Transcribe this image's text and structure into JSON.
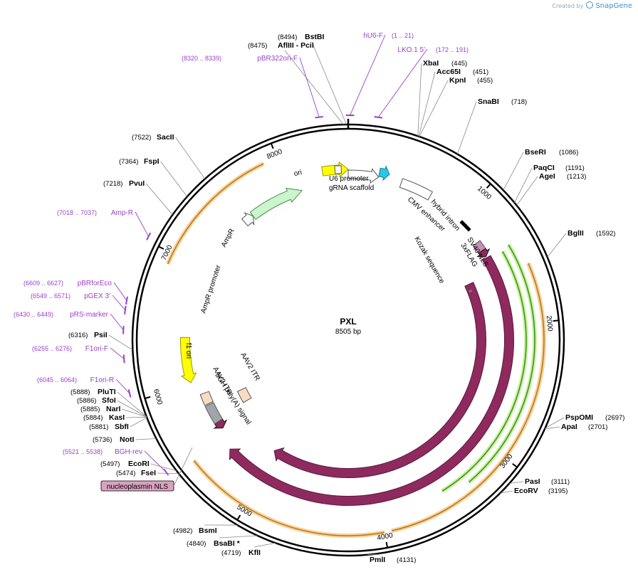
{
  "header": {
    "created_by": "Created by",
    "brand": "SnapGene"
  },
  "plasmid": {
    "name": "PXL",
    "length_label": "8505 bp",
    "length": 8505
  },
  "ring_ticks": [
    {
      "pos": 1000,
      "label": "1000"
    },
    {
      "pos": 2000,
      "label": "2000"
    },
    {
      "pos": 3000,
      "label": "3000"
    },
    {
      "pos": 4000,
      "label": "4000"
    },
    {
      "pos": 5000,
      "label": "5000"
    },
    {
      "pos": 6000,
      "label": "6000"
    },
    {
      "pos": 7000,
      "label": "7000"
    },
    {
      "pos": 8000,
      "label": "8000"
    }
  ],
  "sites": [
    {
      "name": "BstBI",
      "pos_label": "(8494)",
      "pos": 8494
    },
    {
      "name": "AflIII - PciI",
      "pos_label": "(8475)",
      "pos": 8475
    },
    {
      "name": "XbaI",
      "pos_label": "(445)",
      "pos": 445
    },
    {
      "name": "Acc65I",
      "pos_label": "(451)",
      "pos": 451
    },
    {
      "name": "KpnI",
      "pos_label": "(455)",
      "pos": 455
    },
    {
      "name": "SnaBI",
      "pos_label": "(718)",
      "pos": 718
    },
    {
      "name": "BseRI",
      "pos_label": "(1086)",
      "pos": 1086
    },
    {
      "name": "PaqCI",
      "pos_label": "(1191)",
      "pos": 1191
    },
    {
      "name": "AgeI",
      "pos_label": "(1213)",
      "pos": 1213
    },
    {
      "name": "BglII",
      "pos_label": "(1592)",
      "pos": 1592
    },
    {
      "name": "PspOMI",
      "pos_label": "(2697)",
      "pos": 2697
    },
    {
      "name": "ApaI",
      "pos_label": "(2701)",
      "pos": 2701
    },
    {
      "name": "PasI",
      "pos_label": "(3111)",
      "pos": 3111
    },
    {
      "name": "EcoRV",
      "pos_label": "(3195)",
      "pos": 3195
    },
    {
      "name": "PmlI",
      "pos_label": "(4131)",
      "pos": 4131
    },
    {
      "name": "KflI",
      "pos_label": "(4719)",
      "pos": 4719
    },
    {
      "name": "BsaBI *",
      "pos_label": "(4840)",
      "pos": 4840
    },
    {
      "name": "BsmI",
      "pos_label": "(4982)",
      "pos": 4982
    },
    {
      "name": "FseI",
      "pos_label": "(5474)",
      "pos": 5474
    },
    {
      "name": "EcoRI",
      "pos_label": "(5497)",
      "pos": 5497
    },
    {
      "name": "NotI",
      "pos_label": "(5736)",
      "pos": 5736
    },
    {
      "name": "SbfI",
      "pos_label": "(5881)",
      "pos": 5881
    },
    {
      "name": "KasI",
      "pos_label": "(5884)",
      "pos": 5884
    },
    {
      "name": "NarI",
      "pos_label": "(5885)",
      "pos": 5885
    },
    {
      "name": "SfoI",
      "pos_label": "(5886)",
      "pos": 5886
    },
    {
      "name": "PluTI",
      "pos_label": "(5888)",
      "pos": 5888
    },
    {
      "name": "PsiI",
      "pos_label": "(6316)",
      "pos": 6316
    },
    {
      "name": "PvuI",
      "pos_label": "(7218)",
      "pos": 7218
    },
    {
      "name": "FspI",
      "pos_label": "(7364)",
      "pos": 7364
    },
    {
      "name": "SacII",
      "pos_label": "(7522)",
      "pos": 7522
    }
  ],
  "primers": [
    {
      "name": "hU6-F",
      "range": "(1 .. 21)",
      "start": 1,
      "end": 21
    },
    {
      "name": "LKO.1 5'",
      "range": "(172 .. 191)",
      "start": 172,
      "end": 191
    },
    {
      "name": "pBR322ori-F",
      "range": "(8320 .. 8339)",
      "start": 8320,
      "end": 8339
    },
    {
      "name": "Amp-R",
      "range": "(7018 .. 7037)",
      "start": 7018,
      "end": 7037
    },
    {
      "name": "pBRforEco",
      "range": "(6609 .. 6627)",
      "start": 6609,
      "end": 6627
    },
    {
      "name": "pGEX 3'",
      "range": "(6549 .. 6571)",
      "start": 6549,
      "end": 6571
    },
    {
      "name": "pRS-marker",
      "range": "(6430 .. 6449)",
      "start": 6430,
      "end": 6449
    },
    {
      "name": "F1ori-F",
      "range": "(6255 .. 6276)",
      "start": 6255,
      "end": 6276
    },
    {
      "name": "F1ori-R",
      "range": "(6045 .. 6064)",
      "start": 6045,
      "end": 6064
    },
    {
      "name": "BGH-rev",
      "range": "(5521 .. 5538)",
      "start": 5521,
      "end": 5538
    }
  ],
  "features": {
    "ori": "ori",
    "u6_promoter": "U6 promoter",
    "grna_scaffold": "gRNA scaffold",
    "cmv_enhancer": "CMV enhancer",
    "hybrid_intron": "hybrid intron",
    "sv40_nls": "SV40 NLS",
    "flag": "3xFLAG",
    "kozak": "Kozak sequence",
    "cas9_inner": "Cas9",
    "cas9_outer": "Cas9",
    "bgh_polya": "bGH poly(A) signal",
    "aav2_itr_a": "AAV2 ITR",
    "aav2_itr_b": "AAV2 ITR",
    "f1_ori": "f1 ori",
    "ampr_promoter": "AmpR promoter",
    "ampr": "AmpR",
    "nucleoplasmin_nls": "nucleoplasmin NLS"
  },
  "colors": {
    "ori": "#ffff00",
    "cas9": "#8e2a5e",
    "ampr": "#ccf5cc",
    "aav2_itr": "#f8dcc0",
    "bgh": "#a0a5a8",
    "cds_halo": "#f6c77f",
    "cds_line": "#b87519",
    "orf_halo": "#c9f2a1",
    "orf_line": "#3a8d18",
    "primer": "#9c3fc9",
    "nls_box": "#d9a2c0"
  }
}
